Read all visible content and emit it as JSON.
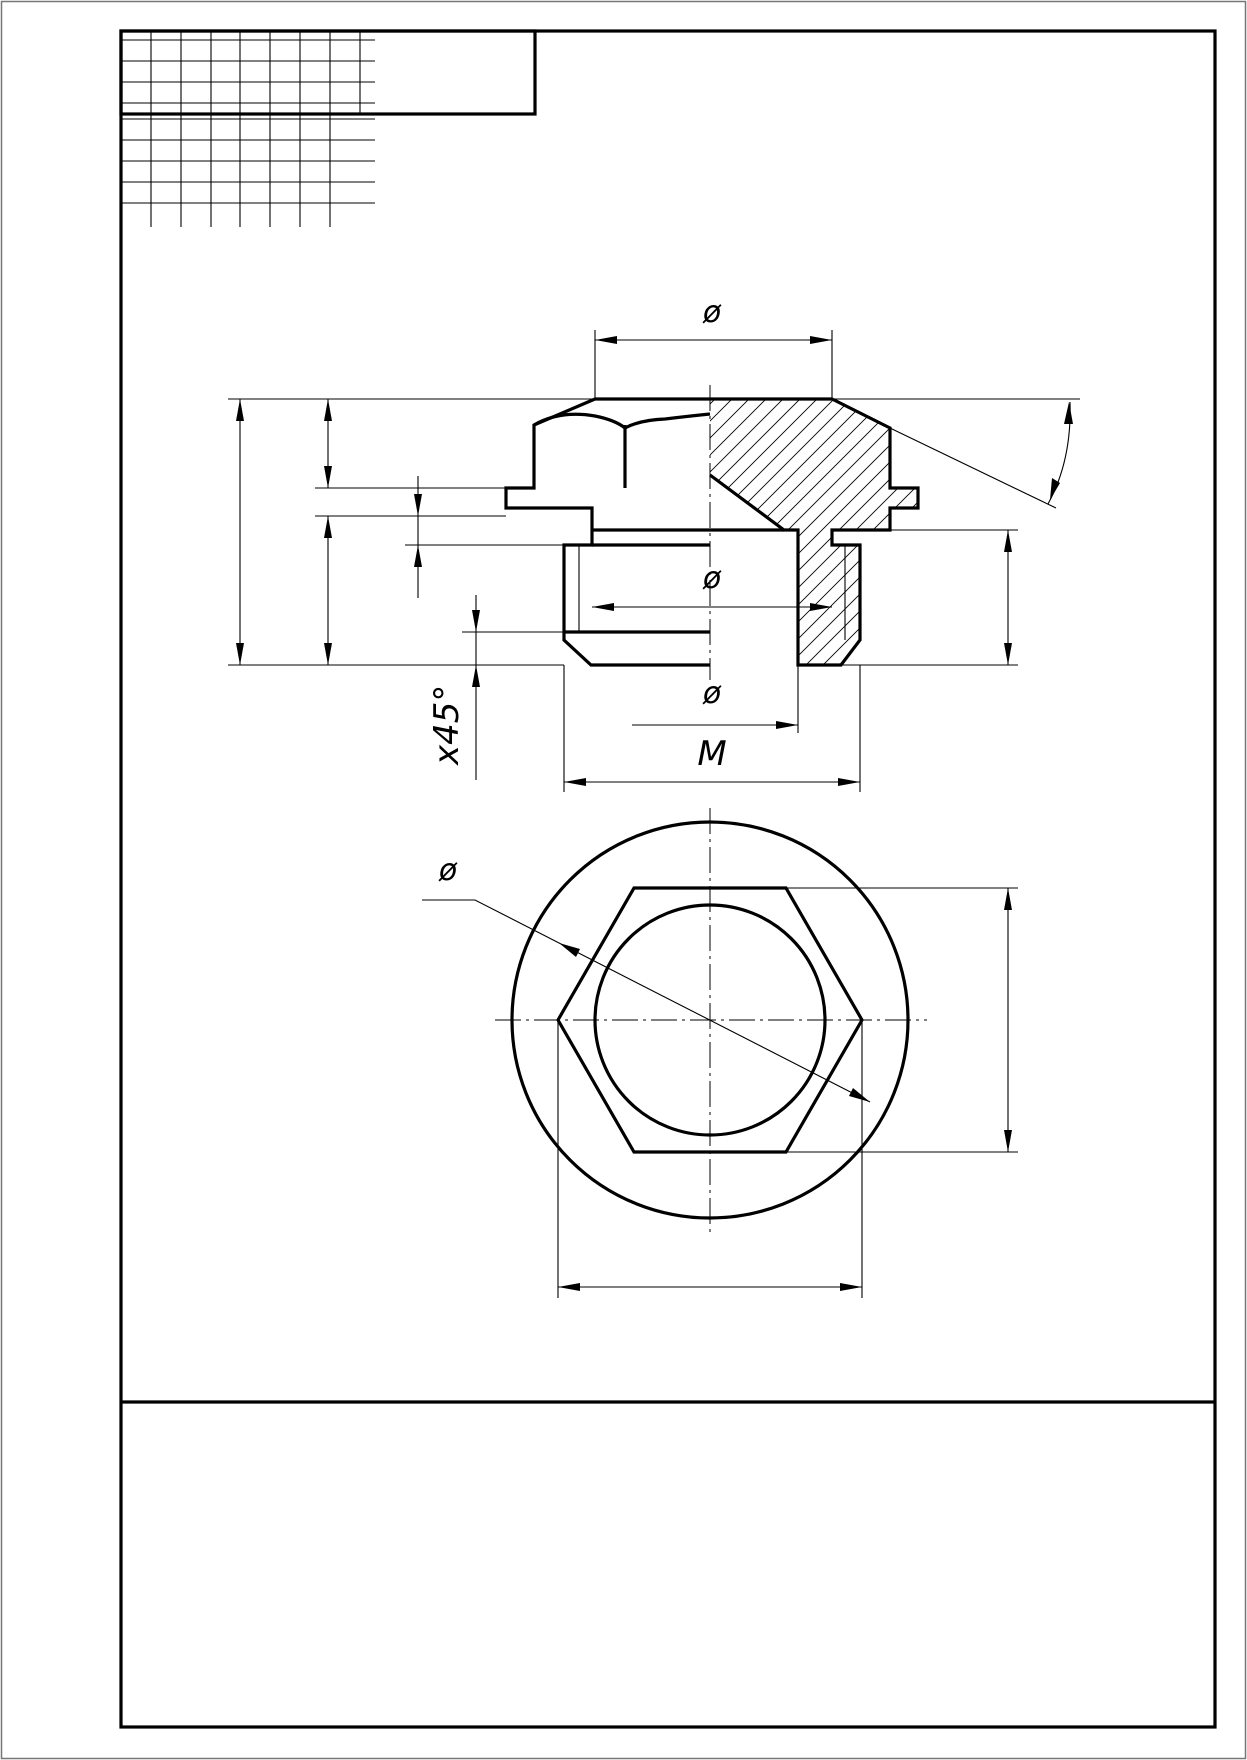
{
  "drawing": {
    "labels": {
      "dia_top": "ø",
      "dia_bore": "ø",
      "dia_bottom": "ø",
      "thread": "M",
      "chamfer": "x45°",
      "dia_circle": "ø"
    }
  }
}
